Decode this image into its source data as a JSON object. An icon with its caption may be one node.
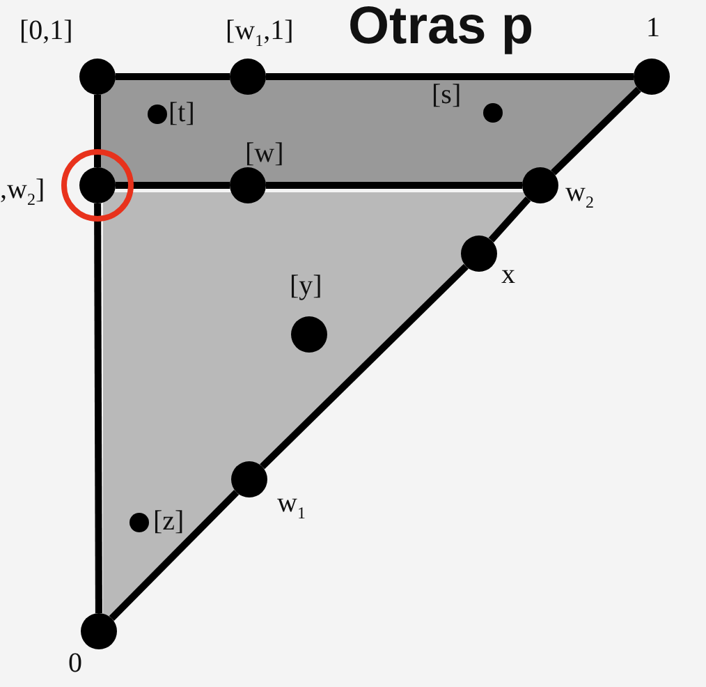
{
  "diagram": {
    "title": "Otras p",
    "nodes": [
      {
        "text": [],
        "shape": "circle",
        "beside": [
          "[0,1]"
        ]
      },
      {
        "text": [],
        "shape": "circle",
        "beside": [
          "[w$_{1}$,1]"
        ]
      },
      {
        "text": [],
        "shape": "circle",
        "beside": [
          "1"
        ]
      },
      {
        "text": [],
        "shape": "circle",
        "beside": [
          "[t]"
        ]
      },
      {
        "text": [],
        "shape": "circle",
        "beside": [
          "[s]"
        ]
      },
      {
        "text": [],
        "shape": "circle",
        "beside": [
          ",w$_{2}$]"
        ]
      },
      {
        "text": [],
        "shape": "circle",
        "beside": [
          "[w]"
        ]
      },
      {
        "text": [],
        "shape": "circle",
        "beside": [
          "w$_{2}$"
        ]
      },
      {
        "text": [],
        "shape": "circle",
        "beside": [
          "x"
        ]
      },
      {
        "text": [],
        "shape": "circle",
        "beside": [
          "[y]"
        ]
      },
      {
        "text": [],
        "shape": "circle",
        "beside": [
          "w$_{1}$"
        ]
      },
      {
        "text": [],
        "shape": "circle",
        "beside": [
          "[z]"
        ]
      },
      {
        "text": [],
        "shape": "circle",
        "beside": [
          "0"
        ]
      }
    ],
    "edges": [
      {
        "from": 0,
        "to": 1,
        "arrow": "none"
      },
      {
        "from": 1,
        "to": 2,
        "arrow": "none"
      },
      {
        "from": 0,
        "to": 5,
        "arrow": "none"
      },
      {
        "from": 5,
        "to": 12,
        "arrow": "none"
      },
      {
        "from": 5,
        "to": 6,
        "arrow": "none"
      },
      {
        "from": 6,
        "to": 7,
        "arrow": "none"
      },
      {
        "from": 12,
        "to": 10,
        "arrow": "none"
      },
      {
        "from": 10,
        "to": 8,
        "arrow": "none"
      },
      {
        "from": 8,
        "to": 7,
        "arrow": "none"
      },
      {
        "from": 7,
        "to": 2,
        "arrow": "none"
      }
    ]
  }
}
